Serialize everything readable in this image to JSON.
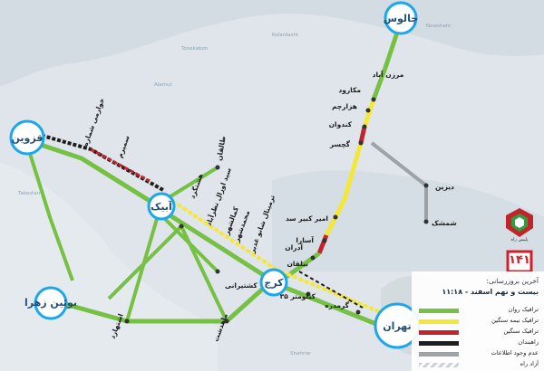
{
  "map": {
    "cities": {
      "chalus": "چالوس",
      "qazvin": "قزوین",
      "abyek": "آبیک",
      "karaj": "کرج",
      "tehran": "تهران",
      "buin_zahra": "بوئین زهرا"
    },
    "towns": [
      "مرزن آباد",
      "مکارود",
      "هزارچم",
      "کندوان",
      "گچسر",
      "دیزین",
      "شمشک",
      "آسارا",
      "امیر کبیر سد",
      "آدران",
      "بیلقان",
      "۳۵ کیلومتر",
      "گرمدره",
      "کشتیرانی",
      "هشتگرد",
      "سید اورال نظرآباد",
      "کمالشهر",
      "محمدشهر",
      "ترمینال شانو غدیر",
      "طالقان",
      "سمیرم",
      "خوارمی شماره",
      "اشتهارد",
      "ماهدشت"
    ],
    "background_labels": [
      "Tonekabon",
      "Alamut",
      "Kelardasht",
      "Nowshahr",
      "Takestan",
      "Shahriar"
    ]
  },
  "legend": {
    "title": "آخرین بروزرسانی:",
    "updated": "بیست و نهم اسفند - ۱۱:۱۸",
    "items": [
      {
        "label": "ترافیک روان",
        "color": "#76c043",
        "style": "solid"
      },
      {
        "label": "ترافیک نیمه سنگین",
        "color": "#f3e83a",
        "style": "solid"
      },
      {
        "label": "ترافیک سنگین",
        "color": "#c0252d",
        "style": "solid"
      },
      {
        "label": "راهبندان",
        "color": "#1e1e1e",
        "style": "solid"
      },
      {
        "label": "عدم وجود اطلاعات",
        "color": "#9ea3a8",
        "style": "solid"
      },
      {
        "label": "آزاد راه",
        "color": "#c9d2da",
        "style": "hatched"
      }
    ]
  },
  "logos": {
    "police": "پلیس راه",
    "hotline": "۱۴۱"
  },
  "colors": {
    "road_green": "#76c043",
    "road_yellow": "#f3e83a",
    "road_red": "#c0252d",
    "road_black": "#1e1e1e",
    "road_gray": "#9ea3a8",
    "city_circle": "#1aa7ec",
    "city_text": "#1f4f7a"
  }
}
